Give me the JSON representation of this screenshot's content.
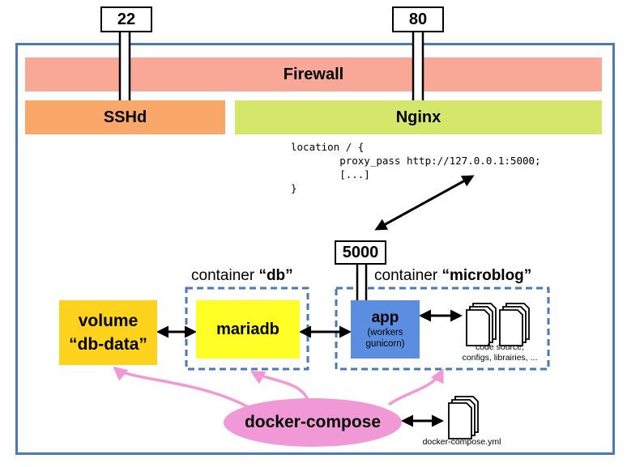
{
  "ports": {
    "p22": "22",
    "p80": "80",
    "p5000": "5000"
  },
  "layers": {
    "firewall": "Firewall",
    "sshd": "SSHd",
    "nginx": "Nginx"
  },
  "nginx_config": "location / {\n        proxy_pass http://127.0.0.1:5000;\n        [...]\n}",
  "containers": {
    "db": {
      "prefix": "container ",
      "name": "“db”"
    },
    "microblog": {
      "prefix": "container ",
      "name": "“microblog”"
    }
  },
  "boxes": {
    "volume_line1": "volume",
    "volume_line2": "“db-data”",
    "mariadb": "mariadb",
    "app_title": "app",
    "app_sub1": "(workers",
    "app_sub2": "gunicorn)",
    "docker_compose": "docker-compose"
  },
  "files": {
    "app_files_line1": "code source,",
    "app_files_line2": "configs, librairies, ...",
    "compose_file": "docker-compose.yml"
  },
  "colors": {
    "server_border": "#4a7ab5",
    "firewall": "#f9a898",
    "sshd": "#f9a86a",
    "nginx": "#d4e76a",
    "volume": "#ffd21e",
    "mariadb": "#ffff26",
    "app": "#5b8ee0",
    "docker_compose": "#f199d6",
    "container_border": "#4a7ab5"
  }
}
